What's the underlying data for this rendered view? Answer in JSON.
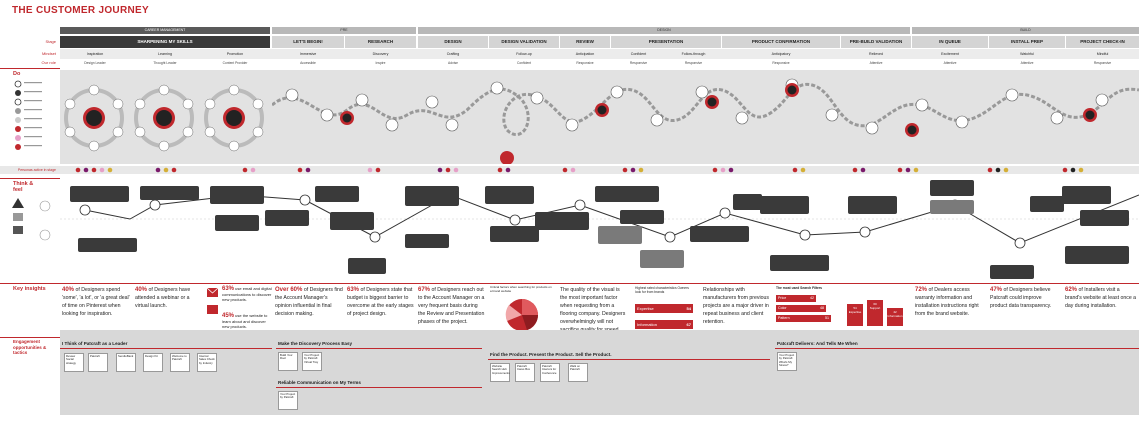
{
  "title": "THE CUSTOMER JOURNEY",
  "phases": [
    {
      "label": "CAREER MANAGEMENT"
    },
    {
      "label": "PRE"
    },
    {
      "label": "DESIGN"
    },
    {
      "label": "BUILD"
    }
  ],
  "row_labels": {
    "stage": "Stage",
    "mindset": "Mindset",
    "our_role": "Our role"
  },
  "section_labels": {
    "do": "Do",
    "think_feel": "Think & feel",
    "key_insights": "Key insights",
    "engagement": "Engagement opportunities & tactics",
    "persona": "Personas active in stage"
  },
  "stages": [
    {
      "name": "SHARPENING MY SKILLS"
    },
    {
      "name": "LET'S BEGIN!"
    },
    {
      "name": "RESEARCH"
    },
    {
      "name": "DESIGN"
    },
    {
      "name": "DESIGN VALIDATION"
    },
    {
      "name": "REVIEW"
    },
    {
      "name": "PRESENTATION"
    },
    {
      "name": "PRODUCT CONFIRMATION"
    },
    {
      "name": "PRE-BUILD VALIDATION"
    },
    {
      "name": "IN QUEUE"
    },
    {
      "name": "INSTALL PREP"
    },
    {
      "name": "PROJECT CHECK-IN"
    }
  ],
  "mindsets": [
    {
      "label": "Inspiration"
    },
    {
      "label": "Learning"
    },
    {
      "label": "Promotion"
    },
    {
      "label": "Immersive"
    },
    {
      "label": "Discovery"
    },
    {
      "label": "Crafting"
    },
    {
      "label": "Follow-up"
    },
    {
      "label": "Anticipation"
    },
    {
      "label": "Confident"
    },
    {
      "label": "Follow-through"
    },
    {
      "label": "Anticipatory"
    },
    {
      "label": "Relieved"
    },
    {
      "label": "Excitement"
    },
    {
      "label": "Watchful"
    },
    {
      "label": "Mindful"
    }
  ],
  "roles": [
    {
      "label": "Design Leader"
    },
    {
      "label": "Thought Leader"
    },
    {
      "label": "Content Provider"
    },
    {
      "label": "Accessible"
    },
    {
      "label": "Inspire"
    },
    {
      "label": "Advise"
    },
    {
      "label": "Confident"
    },
    {
      "label": "Responsive"
    },
    {
      "label": "Responsive"
    },
    {
      "label": "Responsive"
    },
    {
      "label": "Responsive"
    },
    {
      "label": "Attentive"
    },
    {
      "label": "Attentive"
    },
    {
      "label": "Attentive"
    },
    {
      "label": "Responsive"
    }
  ],
  "insights": [
    {
      "stat": "40%",
      "text": "of Designers spend 'some', 'a lot', or 'a great deal' of time on Pinterest when looking for inspiration."
    },
    {
      "stat": "40%",
      "text": "of Designers have attended a webinar or a virtual launch."
    },
    {
      "stat": "63%",
      "text": "use email and digital communications to discover new products."
    },
    {
      "stat": "45%",
      "text": "use the website to learn about and discover new products."
    },
    {
      "stat": "Over 60%",
      "text": "of Designers find the Account Manager's opinion influential in final decision making."
    },
    {
      "stat": "63%",
      "text": "of Designers state that budget is biggest barrier to overcome at the early stages of project design."
    },
    {
      "stat": "67%",
      "text": "of Designers reach out to the Account Manager on a very frequent basis during the Review and Presentation phases of the project."
    },
    {
      "stat": "",
      "text": "The quality of the visual is the most important factor when requesting from a flooring company. Designers overwhelmingly will not sacrifice quality for speed."
    },
    {
      "stat": "",
      "text": "Relationships with manufacturers from previous projects are a major driver in repeat business and client retention."
    },
    {
      "stat": "72%",
      "text": "of Dealers access warranty information and installation instructions right from the brand website."
    },
    {
      "stat": "47%",
      "text": "of Designers believe Patcraft could improve product data transparency."
    },
    {
      "stat": "62%",
      "text": "of Installers visit a brand's website at least once a day during installation."
    }
  ],
  "mini_bars": {
    "title": "Highest rated characteristics Owners look for from brands",
    "items": [
      {
        "label": "Expertise",
        "value": 54
      },
      {
        "label": "Information",
        "value": 67
      }
    ]
  },
  "filters": {
    "title": "The most used Search Filters",
    "items": [
      {
        "label": "Price",
        "value": 42
      },
      {
        "label": "Color",
        "value": 48
      },
      {
        "label": "Pattern",
        "value": 51
      }
    ]
  },
  "columns": {
    "items": [
      {
        "label": "Expertise",
        "value": 54
      },
      {
        "label": "Support",
        "value": 60
      },
      {
        "label": "Information",
        "value": 42
      }
    ]
  },
  "pie_title": "Critical factors when searching for products on a brand website",
  "engagement": {
    "groups": [
      {
        "title": "I Think of Patcraft as a Leader"
      },
      {
        "title": "Make the Discovery Process Easy"
      },
      {
        "title": "Find the Product. Present the Product. Sell the Product."
      },
      {
        "title": "Patcraft Delivers: And Tells Me When"
      },
      {
        "title": "Reliable Communication on My Terms"
      }
    ],
    "cards": [
      {
        "label": "Review Social strategy"
      },
      {
        "label": "Patcraft"
      },
      {
        "label": "SendtoBank"
      },
      {
        "label": "Design Kit"
      },
      {
        "label": "Welcome to Patcraft"
      },
      {
        "label": "Internal Sales Check by Industry"
      },
      {
        "label": "Build Your Rool"
      },
      {
        "label": "Your Project by Patcraft Virtual Tray"
      },
      {
        "label": "Website Search Hub Improvements"
      },
      {
        "label": "Patcraft Cares Box"
      },
      {
        "label": "Patcraft Interiors for Conference"
      },
      {
        "label": "Walk on Patcraft"
      },
      {
        "label": "Your Project by Patcraft What's My Stress?"
      },
      {
        "label": "Your Project by Patcraft"
      }
    ]
  }
}
